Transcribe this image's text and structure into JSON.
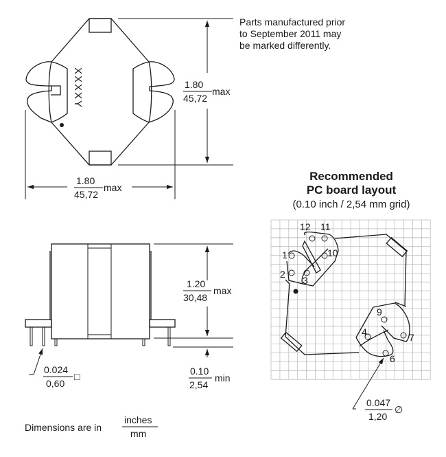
{
  "note": [
    "Parts manufactured prior",
    "to September 2011 may",
    "be marked differently."
  ],
  "top_view": {
    "marking": "XXXXY",
    "height_dim": {
      "inches": "1.80",
      "mm": "45,72",
      "suffix": "max"
    },
    "width_dim": {
      "inches": "1.80",
      "mm": "45,72",
      "suffix": "max"
    }
  },
  "side_view": {
    "height_dim": {
      "inches": "1.20",
      "mm": "30,48",
      "suffix": "max"
    },
    "standoff_dim": {
      "inches": "0.10",
      "mm": "2,54",
      "suffix": "min"
    },
    "pin_dim": {
      "inches": "0.024",
      "mm": "0,60",
      "symbol": "□"
    }
  },
  "pcb_layout": {
    "title_line1": "Recommended",
    "title_line2": "PC board layout",
    "subtitle": "(0.10 inch / 2,54 mm grid)",
    "pins": [
      "1",
      "2",
      "3",
      "4",
      "6",
      "7",
      "9",
      "10",
      "11",
      "12"
    ],
    "hole_dim": {
      "inches": "0.047",
      "mm": "1,20",
      "symbol": "∅"
    }
  },
  "units_note": {
    "label": "Dimensions are in",
    "num": "inches",
    "den": "mm"
  }
}
